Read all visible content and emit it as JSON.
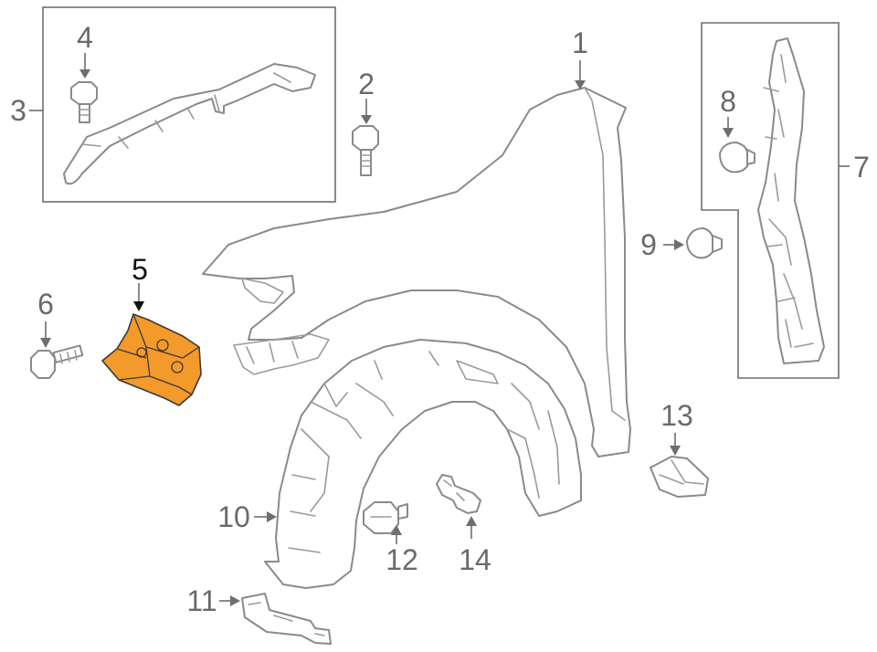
{
  "callouts": [
    {
      "id": "1",
      "text": "1"
    },
    {
      "id": "2",
      "text": "2"
    },
    {
      "id": "3",
      "text": "3"
    },
    {
      "id": "4",
      "text": "4"
    },
    {
      "id": "5",
      "text": "5",
      "highlighted": true
    },
    {
      "id": "6",
      "text": "6"
    },
    {
      "id": "7",
      "text": "7"
    },
    {
      "id": "8",
      "text": "8"
    },
    {
      "id": "9",
      "text": "9"
    },
    {
      "id": "10",
      "text": "10"
    },
    {
      "id": "11",
      "text": "11"
    },
    {
      "id": "12",
      "text": "12"
    },
    {
      "id": "13",
      "text": "13"
    },
    {
      "id": "14",
      "text": "14"
    }
  ],
  "colors": {
    "highlight_fill": "#f39a2b",
    "line": "#8a8a8a",
    "label": "#6a6a6a",
    "label_active": "#111111"
  }
}
